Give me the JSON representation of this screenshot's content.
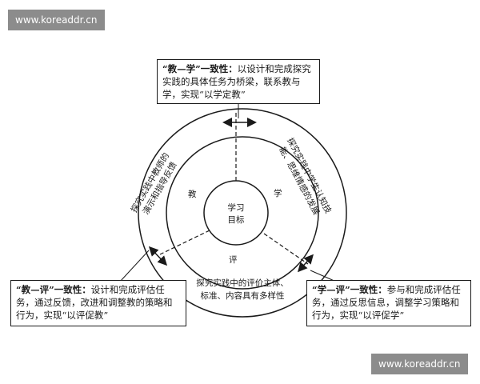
{
  "watermark": {
    "top_text": "www.koreaddr.cn",
    "bottom_text": "www.koreaddr.cn"
  },
  "callouts": {
    "top": {
      "head": "“教—学”一致性：",
      "body": "以设计和完成探究实践的具体任务为桥梁，联系教与学，实现“以学定教”"
    },
    "left": {
      "head": "“教—评”一致性：",
      "body": "设计和完成评估任务，通过反馈，改进和调整教的策略和行为，实现“以评促教”"
    },
    "right": {
      "head": "“学—评”一致性：",
      "body": "参与和完成评估任务，通过反思信息，调整学习策略和行为，实现“以评促学”"
    }
  },
  "circle": {
    "center": [
      "学习",
      "目标"
    ],
    "jiao": "教",
    "xue": "学",
    "ping": "评",
    "arc_left": [
      "探究实践中教师的",
      "演示和指导反馈"
    ],
    "arc_right": [
      "探究实践中学生认知技",
      "能、思维情感的发展"
    ],
    "bottom": [
      "探究实践中的评价主体、",
      "标准、内容具有多样性"
    ]
  },
  "colors": {
    "stroke": "#1a1a1a",
    "watermark_bg": "#8c8c8c"
  }
}
